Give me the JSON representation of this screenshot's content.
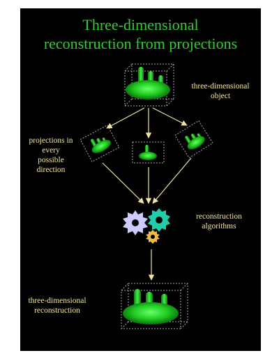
{
  "title": {
    "line1": "Three-dimensional",
    "line2": "reconstruction from projections"
  },
  "labels": {
    "object": [
      "three-dimensional",
      "object"
    ],
    "projections": [
      "projections in",
      "every",
      "possible",
      "direction"
    ],
    "algorithms": [
      "reconstruction",
      "algorithms"
    ],
    "reconstruction": [
      "three-dimensional",
      "reconstruction"
    ]
  },
  "colors": {
    "background": "#000000",
    "title": "#33cc33",
    "label": "#f3e8a0",
    "arrow": "#f0e6a0",
    "object_green": "#22dd22",
    "gear_lavender": "#ccccff",
    "gear_teal": "#22ccaa",
    "gear_gold": "#eebb44"
  }
}
